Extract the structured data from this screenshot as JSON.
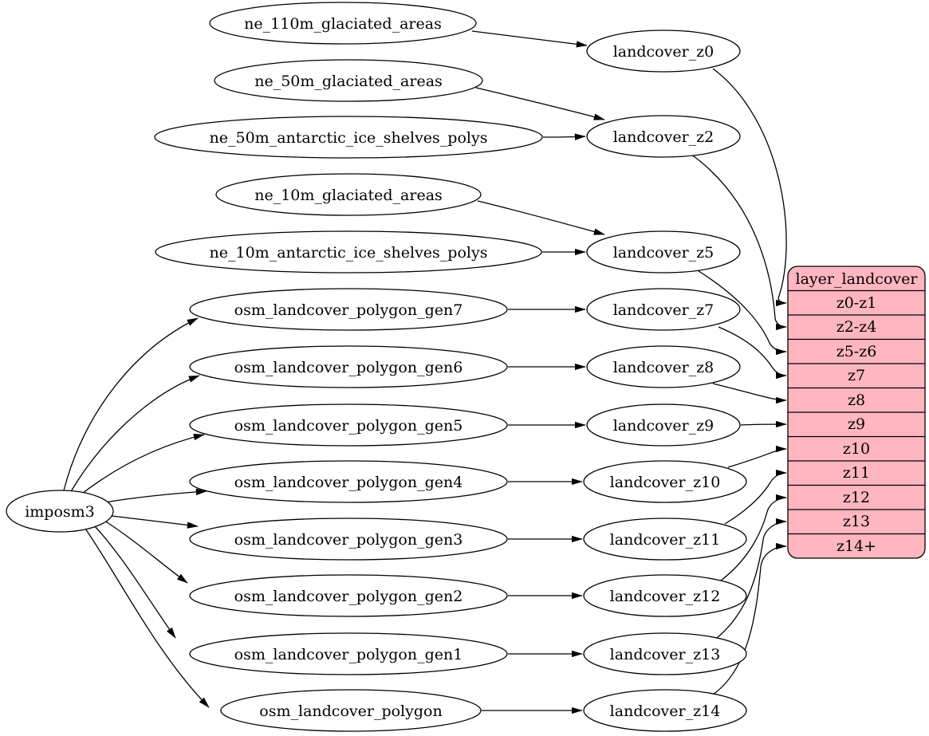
{
  "diagram": {
    "colors": {
      "background": "#ffffff",
      "node_fill": "#ffffff",
      "node_stroke": "#000000",
      "edge_stroke": "#000000",
      "record_fill": "#ffb6c1",
      "text": "#000000"
    },
    "nodes": {
      "imposm3": "imposm3",
      "ne_110m_glaciated_areas": "ne_110m_glaciated_areas",
      "ne_50m_glaciated_areas": "ne_50m_glaciated_areas",
      "ne_50m_antarctic_ice_shelves_polys": "ne_50m_antarctic_ice_shelves_polys",
      "ne_10m_glaciated_areas": "ne_10m_glaciated_areas",
      "ne_10m_antarctic_ice_shelves_polys": "ne_10m_antarctic_ice_shelves_polys",
      "osm_landcover_polygon_gen7": "osm_landcover_polygon_gen7",
      "osm_landcover_polygon_gen6": "osm_landcover_polygon_gen6",
      "osm_landcover_polygon_gen5": "osm_landcover_polygon_gen5",
      "osm_landcover_polygon_gen4": "osm_landcover_polygon_gen4",
      "osm_landcover_polygon_gen3": "osm_landcover_polygon_gen3",
      "osm_landcover_polygon_gen2": "osm_landcover_polygon_gen2",
      "osm_landcover_polygon_gen1": "osm_landcover_polygon_gen1",
      "osm_landcover_polygon": "osm_landcover_polygon",
      "landcover_z0": "landcover_z0",
      "landcover_z2": "landcover_z2",
      "landcover_z5": "landcover_z5",
      "landcover_z7": "landcover_z7",
      "landcover_z8": "landcover_z8",
      "landcover_z9": "landcover_z9",
      "landcover_z10": "landcover_z10",
      "landcover_z11": "landcover_z11",
      "landcover_z12": "landcover_z12",
      "landcover_z13": "landcover_z13",
      "landcover_z14": "landcover_z14"
    },
    "record": {
      "title": "layer_landcover",
      "rows": [
        "z0-z1",
        "z2-z4",
        "z5-z6",
        "z7",
        "z8",
        "z9",
        "z10",
        "z11",
        "z12",
        "z13",
        "z14+"
      ]
    },
    "edges": [
      {
        "from": "ne_110m_glaciated_areas",
        "to": "landcover_z0"
      },
      {
        "from": "ne_50m_glaciated_areas",
        "to": "landcover_z2"
      },
      {
        "from": "ne_50m_antarctic_ice_shelves_polys",
        "to": "landcover_z2"
      },
      {
        "from": "ne_10m_glaciated_areas",
        "to": "landcover_z5"
      },
      {
        "from": "ne_10m_antarctic_ice_shelves_polys",
        "to": "landcover_z5"
      },
      {
        "from": "imposm3",
        "to": "osm_landcover_polygon_gen7"
      },
      {
        "from": "imposm3",
        "to": "osm_landcover_polygon_gen6"
      },
      {
        "from": "imposm3",
        "to": "osm_landcover_polygon_gen5"
      },
      {
        "from": "imposm3",
        "to": "osm_landcover_polygon_gen4"
      },
      {
        "from": "imposm3",
        "to": "osm_landcover_polygon_gen3"
      },
      {
        "from": "imposm3",
        "to": "osm_landcover_polygon_gen2"
      },
      {
        "from": "imposm3",
        "to": "osm_landcover_polygon_gen1"
      },
      {
        "from": "imposm3",
        "to": "osm_landcover_polygon"
      },
      {
        "from": "osm_landcover_polygon_gen7",
        "to": "landcover_z7"
      },
      {
        "from": "osm_landcover_polygon_gen6",
        "to": "landcover_z8"
      },
      {
        "from": "osm_landcover_polygon_gen5",
        "to": "landcover_z9"
      },
      {
        "from": "osm_landcover_polygon_gen4",
        "to": "landcover_z10"
      },
      {
        "from": "osm_landcover_polygon_gen3",
        "to": "landcover_z11"
      },
      {
        "from": "osm_landcover_polygon_gen2",
        "to": "landcover_z12"
      },
      {
        "from": "osm_landcover_polygon_gen1",
        "to": "landcover_z13"
      },
      {
        "from": "osm_landcover_polygon",
        "to": "landcover_z14"
      },
      {
        "from": "landcover_z0",
        "to": "layer_landcover:z0-z1"
      },
      {
        "from": "landcover_z2",
        "to": "layer_landcover:z2-z4"
      },
      {
        "from": "landcover_z5",
        "to": "layer_landcover:z5-z6"
      },
      {
        "from": "landcover_z7",
        "to": "layer_landcover:z7"
      },
      {
        "from": "landcover_z8",
        "to": "layer_landcover:z8"
      },
      {
        "from": "landcover_z9",
        "to": "layer_landcover:z9"
      },
      {
        "from": "landcover_z10",
        "to": "layer_landcover:z10"
      },
      {
        "from": "landcover_z11",
        "to": "layer_landcover:z11"
      },
      {
        "from": "landcover_z12",
        "to": "layer_landcover:z12"
      },
      {
        "from": "landcover_z13",
        "to": "layer_landcover:z13"
      },
      {
        "from": "landcover_z14",
        "to": "layer_landcover:z14+"
      }
    ]
  }
}
